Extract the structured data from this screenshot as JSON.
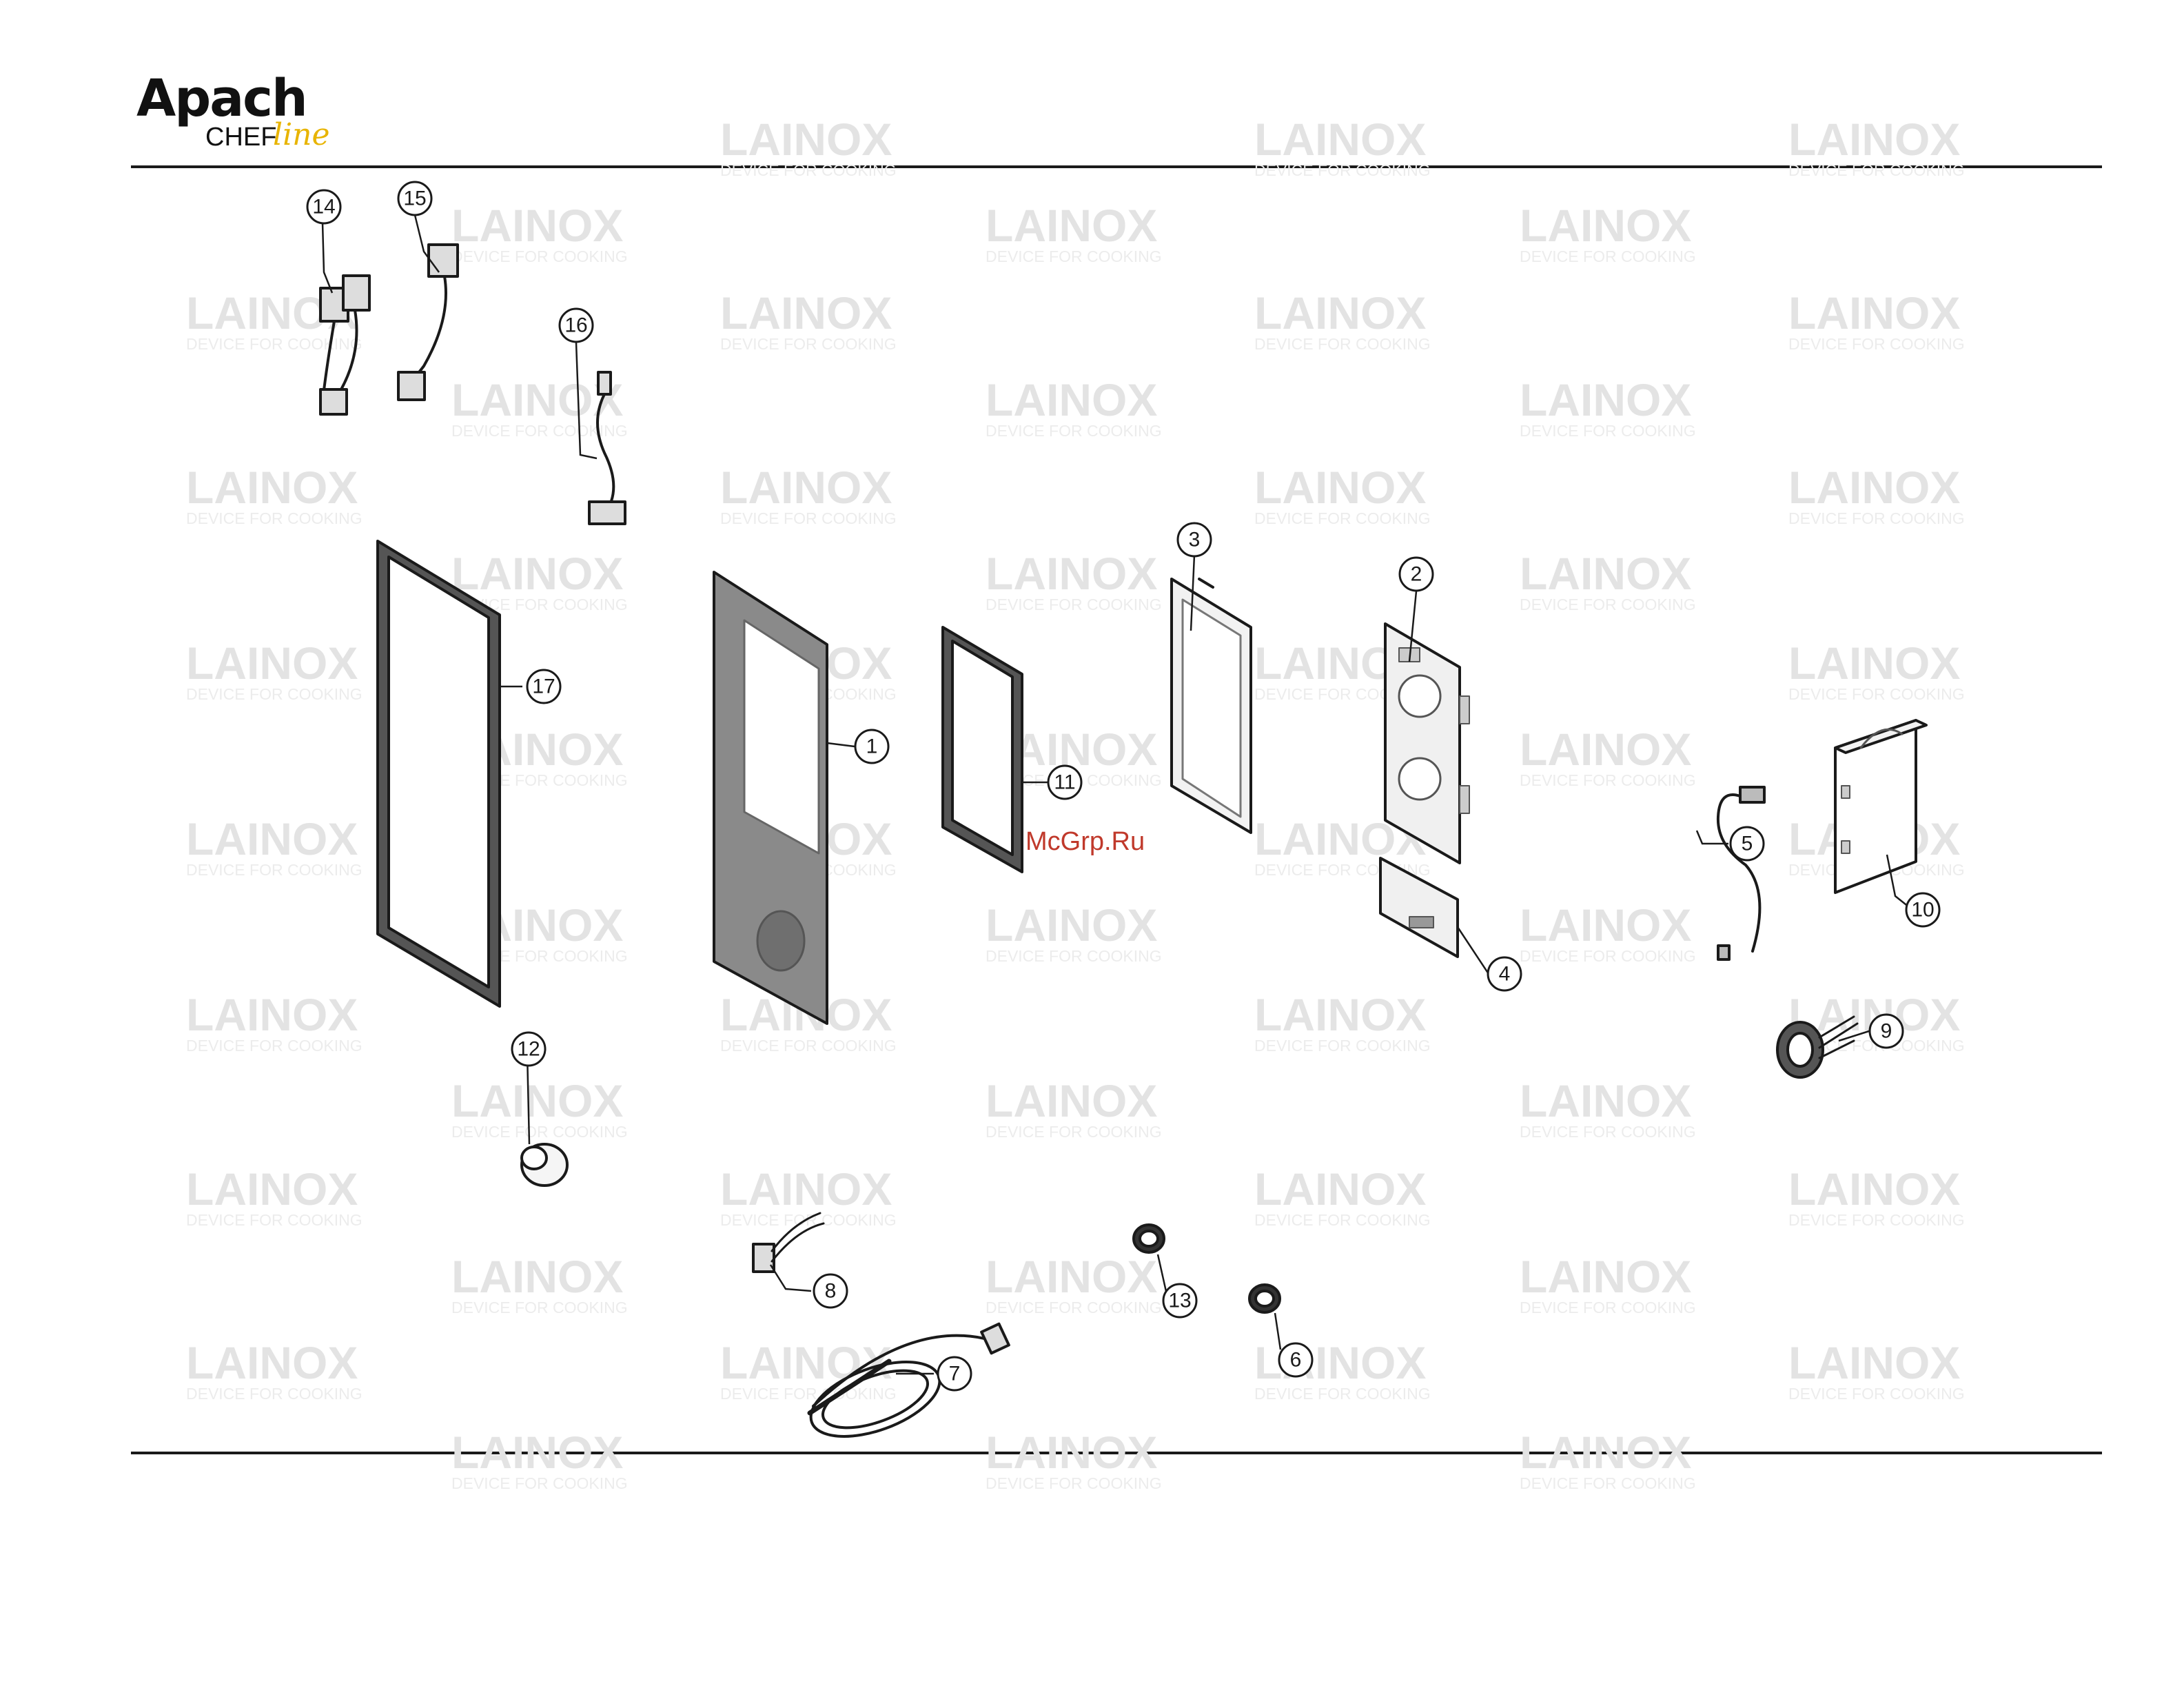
{
  "header": {
    "brand_main": "Apach",
    "brand_sub": "CHEF",
    "brand_script": "line"
  },
  "watermark": {
    "word": "LAINOX",
    "tagline": "DEVICE FOR COOKING",
    "site": "McGrp.Ru"
  },
  "callouts": [
    "1",
    "2",
    "3",
    "4",
    "5",
    "6",
    "7",
    "8",
    "9",
    "10",
    "11",
    "12",
    "13",
    "14",
    "15",
    "16",
    "17"
  ],
  "colors": {
    "panel": "#8a8a8a",
    "line": "#1a1a1a",
    "watermark": "#e3e3e3",
    "brand_accent": "#e8b400",
    "site": "#c0392b"
  }
}
